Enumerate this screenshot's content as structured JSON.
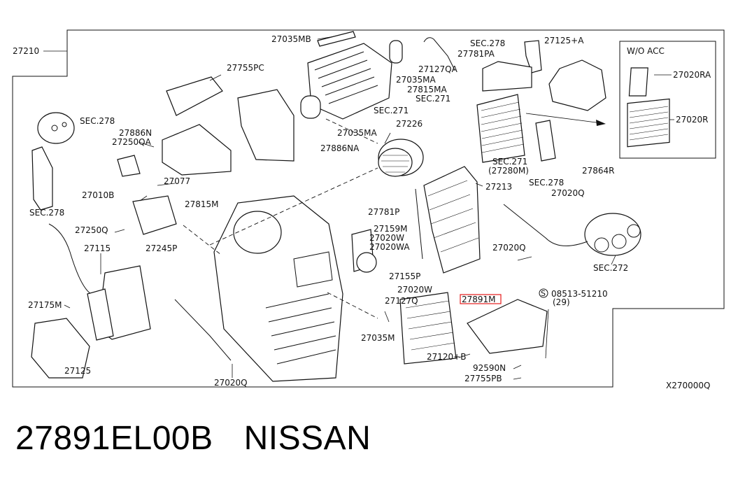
{
  "diagram": {
    "frame_label": "27210",
    "inset_title": "W/O ACC",
    "figure_code": "X270000Q",
    "highlight_color": "#e41b1b",
    "highlighted_part": "27891M",
    "labels": {
      "p27035MB": "27035MB",
      "p27755PC": "27755PC",
      "p27127QA": "27127QA",
      "p27781PA": "27781PA",
      "sec278_top": "SEC.278",
      "p27125A": "27125+A",
      "p27035MA_1": "27035MA",
      "p27815MA": "27815MA",
      "sec271_a": "SEC.271",
      "sec271_b": "SEC.271",
      "p27035MA_2": "27035MA",
      "p27226": "27226",
      "sec278_left": "SEC.278",
      "p27886N": "27886N",
      "p27250QA": "27250QA",
      "p27886NA": "27886NA",
      "p27077": "27077",
      "p27010B": "27010B",
      "p27815M": "27815M",
      "sec278_mid": "SEC.278",
      "p27250Q": "27250Q",
      "p27245P": "27245P",
      "p27115": "27115",
      "p27175M": "27175M",
      "p27125": "27125",
      "p27020Q_bottom": "27020Q",
      "sec271_c": "SEC.271",
      "p27280M": "(27280M)",
      "p27864R": "27864R",
      "sec278_r": "SEC.278",
      "p27213": "27213",
      "p27020Q_r": "27020Q",
      "p27781P": "27781P",
      "p27159M": "27159M",
      "p27020W_1": "27020W",
      "p27020WA": "27020WA",
      "p27155P": "27155P",
      "p27020W_2": "27020W",
      "p27127Q": "27127Q",
      "p27020Q_mid": "27020Q",
      "sec272": "SEC.272",
      "p27035M": "27035M",
      "p27120B": "27120+B",
      "p08513": "08513-51210",
      "p08513_qty": "(29)",
      "p92590N": "92590N",
      "p27755PB": "27755PB",
      "p27020RA": "27020RA",
      "p27020R": "27020R"
    }
  },
  "caption": {
    "part_number": "27891EL00B",
    "brand": "NISSAN"
  }
}
